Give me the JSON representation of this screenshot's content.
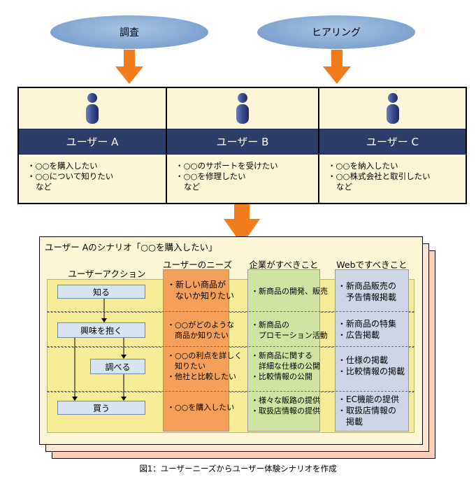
{
  "sources": [
    {
      "label": "調査"
    },
    {
      "label": "ヒアリング"
    }
  ],
  "users": [
    {
      "name": "ユーザー A",
      "needs": [
        "・○○を購入したい",
        "・○○について知りたい",
        "など"
      ]
    },
    {
      "name": "ユーザー B",
      "needs": [
        "・○○のサポートを受けたい",
        "・○○を修理したい",
        "など"
      ]
    },
    {
      "name": "ユーザー C",
      "needs": [
        "・○○を納入したい",
        "・○○株式会社と取引したい",
        "など"
      ]
    }
  ],
  "scenario": {
    "title": "ユーザー Aのシナリオ「○○を購入したい」",
    "headers": {
      "actions": "ユーザーアクション",
      "needs": "ユーザーのニーズ",
      "company": "企業がすべきこと",
      "web": "Webですべきこと"
    },
    "actions": [
      "知る",
      "興味を抱く",
      "調べる",
      "買う"
    ],
    "rows": [
      {
        "needs": [
          "・新しい商品が",
          "　ないか知りたい"
        ],
        "company": [
          "・新商品の開発、販売"
        ],
        "web": [
          "・新商品販売の",
          "　予告情報掲載"
        ]
      },
      {
        "needs": [
          "・○○がどのような",
          "　商品か知りたい"
        ],
        "company": [
          "・新商品の",
          "　プロモーション活動"
        ],
        "web": [
          "・新商品の特集",
          "・広告掲載"
        ]
      },
      {
        "needs": [
          "・○○の利点を詳しく",
          "　知りたい",
          "・他社と比較したい"
        ],
        "company": [
          "・新商品に関する",
          "　詳細な仕様の公開",
          "・比較情報の公開"
        ],
        "web": [
          "・仕様の掲載",
          "・比較情報の掲載"
        ]
      },
      {
        "needs": [
          "・○○を購入したい"
        ],
        "company": [
          "・様々な販路の提供",
          "・取扱店情報の提供"
        ],
        "web": [
          "・EC機能の提供",
          "・取扱店情報の",
          "　掲載"
        ]
      }
    ]
  },
  "caption": "図1：ユーザーニーズからユーザー体験シナリオを作成",
  "colors": {
    "ellipse": "#7ea3d0",
    "arrow": "#f07c1b",
    "user_bar": "#2b3d68",
    "panel": "#fdf6d6",
    "inner": "#f6eb96",
    "needs_col": "#f4a05a",
    "company_col": "#cfe3a2",
    "web_col": "#cdd6e6",
    "action_box": "#d5e6f2",
    "back_card_1": "#fbd0b8",
    "back_card_2": "#fde6d6"
  }
}
